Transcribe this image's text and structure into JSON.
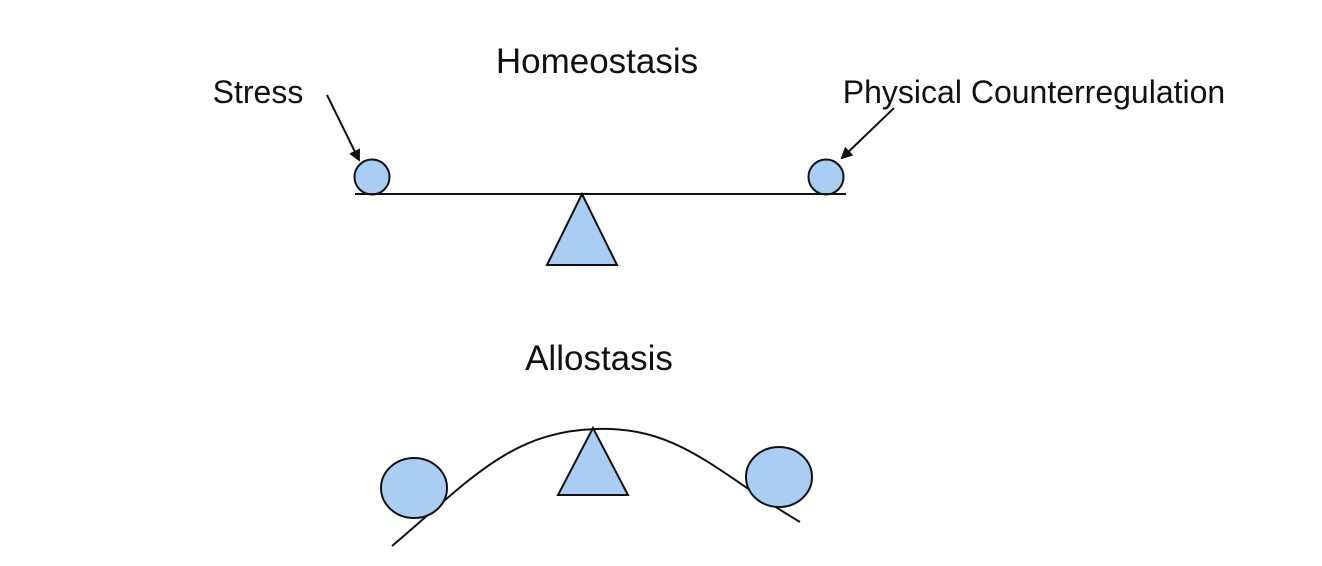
{
  "homeostasis": {
    "title": "Homeostasis",
    "left_label": "Stress",
    "right_label": "Physical Counterregulation"
  },
  "allostasis": {
    "title": "Allostasis"
  },
  "colors": {
    "shape_fill": "#a9cdf3",
    "stroke": "#111111",
    "background": "#ffffff"
  }
}
